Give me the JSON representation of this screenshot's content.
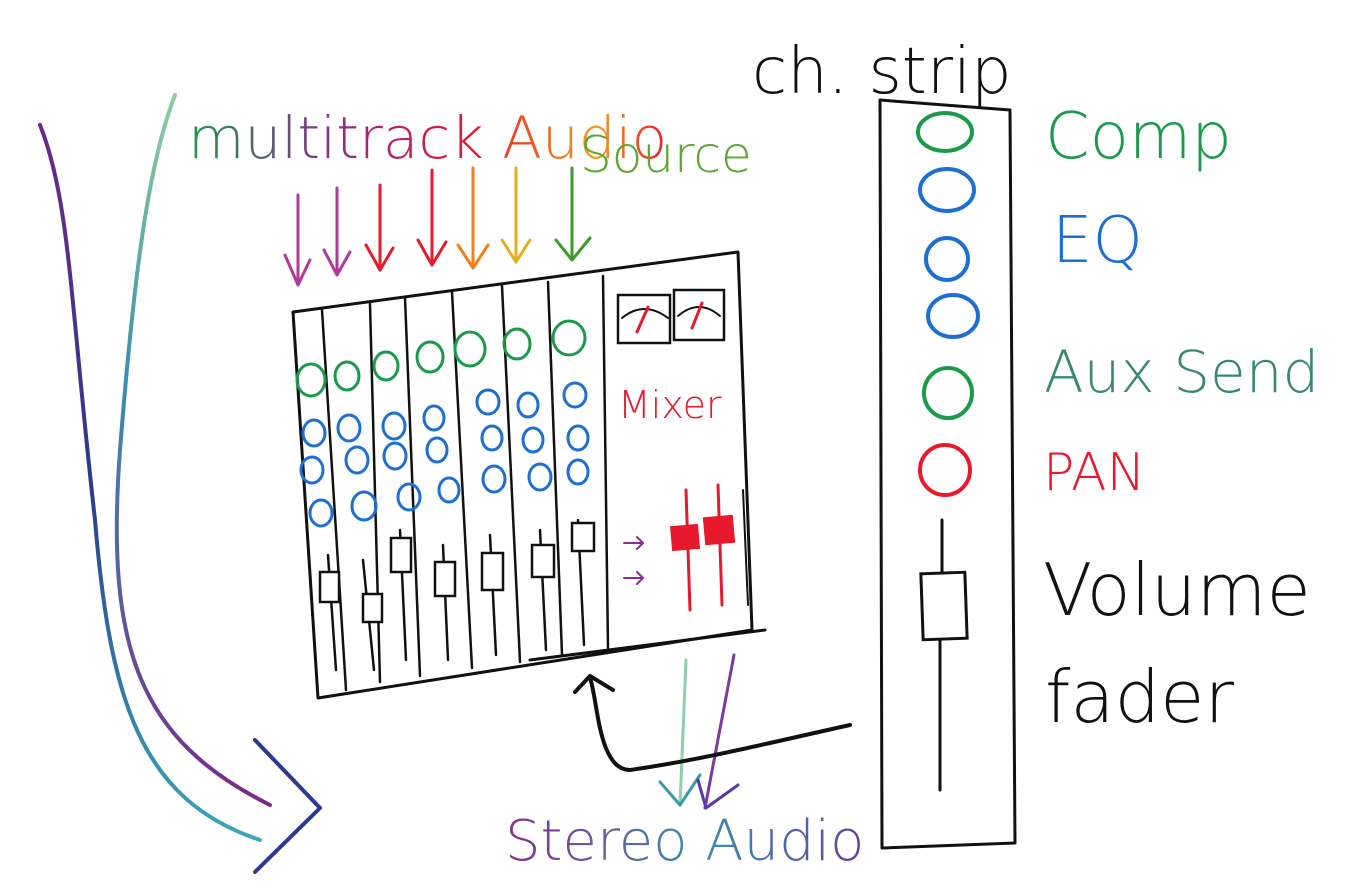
{
  "title": {
    "line1": "multitrack Audio",
    "line2": "Source"
  },
  "mixer": {
    "label": "Mixer",
    "channel_count": 7
  },
  "output": {
    "label": "Stereo Audio"
  },
  "channel_strip": {
    "title": "ch. strip",
    "sections": [
      {
        "label": "Comp",
        "color": "#1a9a4a"
      },
      {
        "label": "EQ",
        "color": "#1f6fd0"
      },
      {
        "label": "Aux Send",
        "color": "#1a9a4a"
      },
      {
        "label": "PAN",
        "color": "#e8192c"
      },
      {
        "label": "Volume",
        "color": "#111111"
      },
      {
        "label": "fader",
        "color": "#111111"
      }
    ]
  },
  "colors": {
    "green": "#1a9a4a",
    "blue": "#1f6fd0",
    "red": "#e8192c",
    "purple": "#8b2d8f",
    "black": "#111111"
  }
}
